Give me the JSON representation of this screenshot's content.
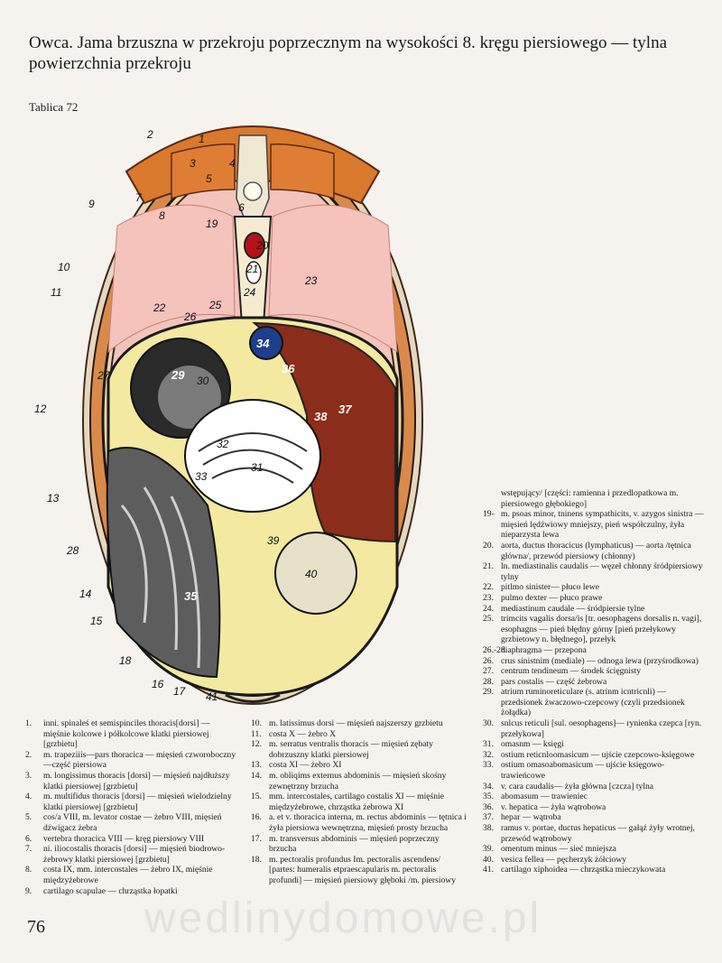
{
  "title": "Owca. Jama brzuszna w przekroju poprzecznym na wysokości 8. kręgu piersiowego — tylna powierzchnia przekroju",
  "plate": "Tablica 72",
  "page_number": "76",
  "watermark": "wedlinydomowe.pl",
  "figure_labels": [
    "1",
    "2",
    "3",
    "4",
    "5",
    "6",
    "7",
    "8",
    "9",
    "10",
    "11",
    "12",
    "13",
    "14",
    "15",
    "16",
    "17",
    "18",
    "19",
    "20",
    "21",
    "22",
    "23",
    "24",
    "25",
    "26",
    "27",
    "28",
    "29",
    "30",
    "31",
    "32",
    "33",
    "34",
    "35",
    "36",
    "37",
    "38",
    "39",
    "40",
    "41"
  ],
  "legend_left": [
    {
      "n": "1.",
      "t": "inni. spinaleś et semispinciles thoracis[dorsi] — mięśnie kolcowe i półkolcowe klatki piersiowej [grzbietu]"
    },
    {
      "n": "2.",
      "t": "m. trapeziiis—pars thoracica — mięsień czworoboczny—część piersiowa"
    },
    {
      "n": "3.",
      "t": "m. longissimus thoracis [dorsi] — mięsień najdłuższy klatki piersiowej [grzbietu]"
    },
    {
      "n": "4.",
      "t": "m. multifidus thoracis [dorsi] — mięsień wielodzielny klatki piersiowej [grzbietu]"
    },
    {
      "n": "5.",
      "t": "cos/a VIII, m. levator costae — żebro VIII, mięsień dźwigacz żebra"
    },
    {
      "n": "6.",
      "t": "vertebra thoracica VIII — kręg piersiowy VIII"
    },
    {
      "n": "7.",
      "t": "ni. iliocostalis thoracis [dorsi] — mięsień biodrowo-żebrowy klatki piersiowej [grzbietu]"
    },
    {
      "n": "8.",
      "t": "costa IX, mm. intercostales — żebro IX, mięśnie międzyżebrowe"
    },
    {
      "n": "9.",
      "t": "cartilago scapulae — chrząstka łopatki"
    }
  ],
  "legend_mid": [
    {
      "n": "10.",
      "t": "m. latissimus dorsi — mięsień najszerszy grzbietu"
    },
    {
      "n": "11.",
      "t": "costa X — żebro X"
    },
    {
      "n": "12.",
      "t": "m. serratus ventralis thoracis — mięsień zębaty dobrzuszny klatki piersiowej"
    },
    {
      "n": "13.",
      "t": "costa XI — żebro XI"
    },
    {
      "n": "14.",
      "t": "m. obliqims externus abdominis — mięsień skośny zewnętrzny brzucha"
    },
    {
      "n": "15.",
      "t": "mm. intercostales, cartilago costalis XI — mięśnie międzyżebrowe, chrząstka żebrowa XI"
    },
    {
      "n": "16.",
      "t": "a. et v. thoracica interna, m. rectus abdominis — tętnica i żyła piersiowa wewnętrzna, mięsień prosty brzucha"
    },
    {
      "n": "17.",
      "t": "m. transversus abdominis — mięsień poprzeczny brzucha"
    },
    {
      "n": "18.",
      "t": "m. pectoralis profundus Im. pectoralis ascendens/ [partes: humeralis etpraescapularis m. pectoralis profundi] — mięsień piersiowy głęboki /m. piersiowy"
    }
  ],
  "legend_right": [
    {
      "n": "",
      "t": "wstępujący/ [części: ramienna i przedlopatkowa m. piersiowego głębokiego]"
    },
    {
      "n": "19-",
      "t": "m. psoas minor, tninens sympathicits, v. azygos sinistra — mięsień lędźwiowy mniejszy, pień współczulny, żyła nieparzysta lewa"
    },
    {
      "n": "20.",
      "t": "aorta, ductus thoracicus (lymphaticus) — aorta /tętnica główna/, przewód piersiowy (chłonny)"
    },
    {
      "n": "21.",
      "t": "ln. mediastinalis caudalis — węzeł chłonny śródpiersiowy tylny"
    },
    {
      "n": "22.",
      "t": "pitlmo sinister— płuco lewe"
    },
    {
      "n": "23.",
      "t": "pulmo dexter — płuco prawe"
    },
    {
      "n": "24.",
      "t": "mediastinum caudale — śródpiersie tylne"
    },
    {
      "n": "25.",
      "t": "trimcits vagalis dorsa/is [tr. oesophagens dorsalis n. vagi], esophagns — pień błędny górny [pień przełykowy grzbietowy n. błędnego], przełyk"
    },
    {
      "n": "26.-28.",
      "t": "diaphragma — przepona"
    },
    {
      "n": "26.",
      "t": "crus sinistnim (mediale) — odnoga lewa (przyśrodkowa)"
    },
    {
      "n": "27.",
      "t": "centrum tendineum — środek ścięgnisty"
    },
    {
      "n": "28.",
      "t": "pars costalis — część żebrowa"
    },
    {
      "n": "29.",
      "t": "atrium ruminoreticulare (s. atrinm icntricnli) — przedsionek żwaczowo-czepcowy (czyli przedsionek żołądka)"
    },
    {
      "n": "30.",
      "t": "snlcus reticuli [sul. oesophagens]— rynienka czepca [ryn. przełykowa]"
    },
    {
      "n": "31.",
      "t": "omasnm — księgi"
    },
    {
      "n": "32.",
      "t": "ostium reticnloomasicum — ujście czepcowo-księgowe"
    },
    {
      "n": "33.",
      "t": "ostium omasoabomasicum — ujście księgowo-trawieńcowe"
    },
    {
      "n": "34.",
      "t": "v. cara caudalis— żyła główna [czcza] tylna"
    },
    {
      "n": "35.",
      "t": "abomasum — trawieniec"
    },
    {
      "n": "36.",
      "t": "v. hepatica — żyła wątrobowa"
    },
    {
      "n": "37.",
      "t": "hepar — wątroba"
    },
    {
      "n": "38.",
      "t": "ramus v. portae, ductus hepaticus — gałąź żyły wrotnej, przewód wątrobowy"
    },
    {
      "n": "39.",
      "t": "omentum minus — sieć mniejsza"
    },
    {
      "n": "40.",
      "t": "vesica fellea — pęcherzyk żółciowy"
    },
    {
      "n": "41.",
      "t": "cartilago xiphoidea — chrząstka mieczykowata"
    }
  ]
}
